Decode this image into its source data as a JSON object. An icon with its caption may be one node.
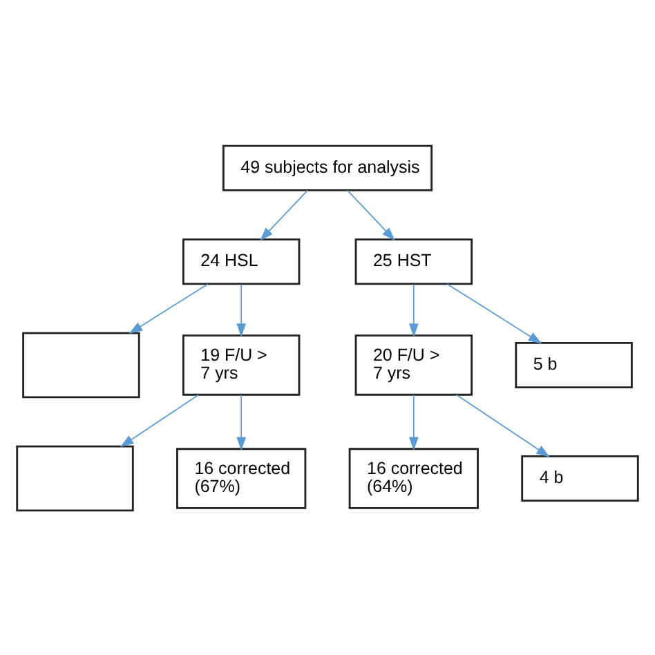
{
  "diagram": {
    "nodes": [
      {
        "text": [
          "49 subjects for analysis"
        ]
      },
      {
        "text": [
          "24 HSL"
        ]
      },
      {
        "text": [
          "25 HST"
        ]
      },
      {
        "text": [],
        "shape": "box"
      },
      {
        "text": [
          "19 F/U > 7 yrs"
        ]
      },
      {
        "text": [
          "20 F/U > 7 yrs"
        ]
      },
      {
        "text": [
          "5 b"
        ]
      },
      {
        "text": [],
        "shape": "box"
      },
      {
        "text": [
          "16 corrected (67%)"
        ]
      },
      {
        "text": [
          "16 corrected (64%)"
        ]
      },
      {
        "text": [
          "4 b"
        ]
      }
    ],
    "edges": [
      {
        "from": 0,
        "to": 1,
        "arrow": "to"
      },
      {
        "from": 0,
        "to": 2,
        "arrow": "to"
      },
      {
        "from": 1,
        "to": 3,
        "arrow": "to"
      },
      {
        "from": 1,
        "to": 4,
        "arrow": "to"
      },
      {
        "from": 2,
        "to": 5,
        "arrow": "to"
      },
      {
        "from": 2,
        "to": 6,
        "arrow": "to"
      },
      {
        "from": 4,
        "to": 7,
        "arrow": "to"
      },
      {
        "from": 4,
        "to": 8,
        "arrow": "to"
      },
      {
        "from": 5,
        "to": 9,
        "arrow": "to"
      },
      {
        "from": 5,
        "to": 10,
        "arrow": "to"
      }
    ]
  }
}
